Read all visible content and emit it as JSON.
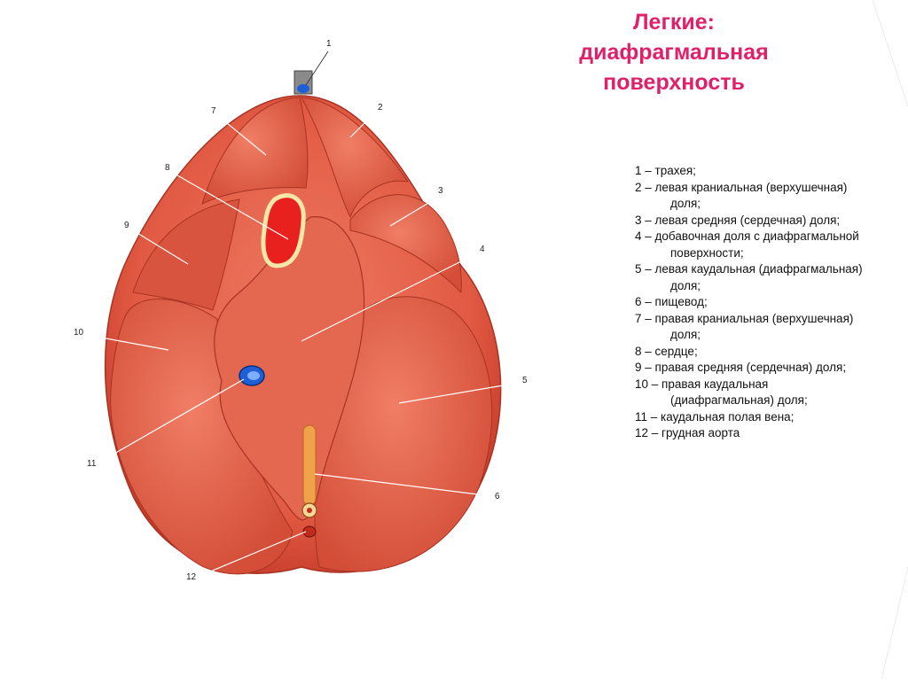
{
  "title": {
    "line1": "Легкие:",
    "line2": "диафрагмальная",
    "line3": "поверхность"
  },
  "legend": [
    "1 – трахея;",
    "2 – левая краниальная (верхушечная) доля;",
    "3 – левая средняя (сердечная) доля;",
    "4 – добавочная доля с диафрагмальной поверхности;",
    "5 – левая каудальная (диафрагмальная) доля;",
    "6 – пищевод;",
    "7 – правая краниальная (верхушечная) доля;",
    "8 – сердце;",
    "9 – правая средняя (сердечная) доля;",
    "10 – правая каудальная (диафрагмальная) доля;",
    "11 – каудальная полая вена;",
    "12 – грудная аорта"
  ],
  "callouts": {
    "c1": "1",
    "c2": "2",
    "c3": "3",
    "c4": "4",
    "c5": "5",
    "c6": "6",
    "c7": "7",
    "c8": "8",
    "c9": "9",
    "c10": "10",
    "c11": "11",
    "c12": "12"
  },
  "colors": {
    "title": "#e0206a",
    "lung": "#e4614a",
    "lung_dark": "#c9402d",
    "heart": "#e8201e",
    "vena": "#1e5fd8",
    "esophagus": "#f0a24a"
  }
}
